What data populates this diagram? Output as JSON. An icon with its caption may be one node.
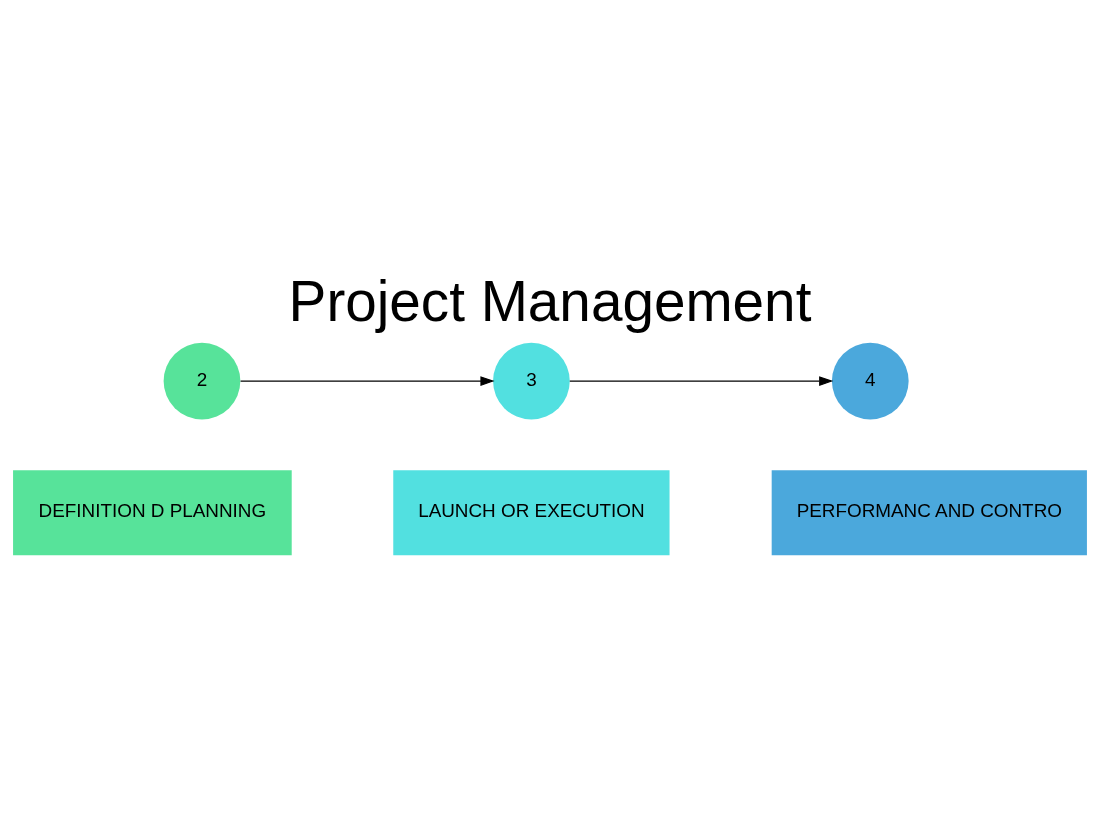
{
  "diagram": {
    "title": "Project Management",
    "nodes": [
      {
        "text": [
          "2"
        ]
      },
      {
        "text": [
          "3"
        ]
      },
      {
        "text": [
          "4"
        ]
      },
      {
        "text": [
          "DEFINITION D PLANNING"
        ]
      },
      {
        "text": [
          "LAUNCH OR EXECUTION"
        ]
      },
      {
        "text": [
          "PERFORMANC AND CONTRO"
        ]
      }
    ],
    "edges": [
      {
        "from": 0,
        "to": 1,
        "arrow": "to"
      },
      {
        "from": 1,
        "to": 2,
        "arrow": "to"
      }
    ]
  }
}
